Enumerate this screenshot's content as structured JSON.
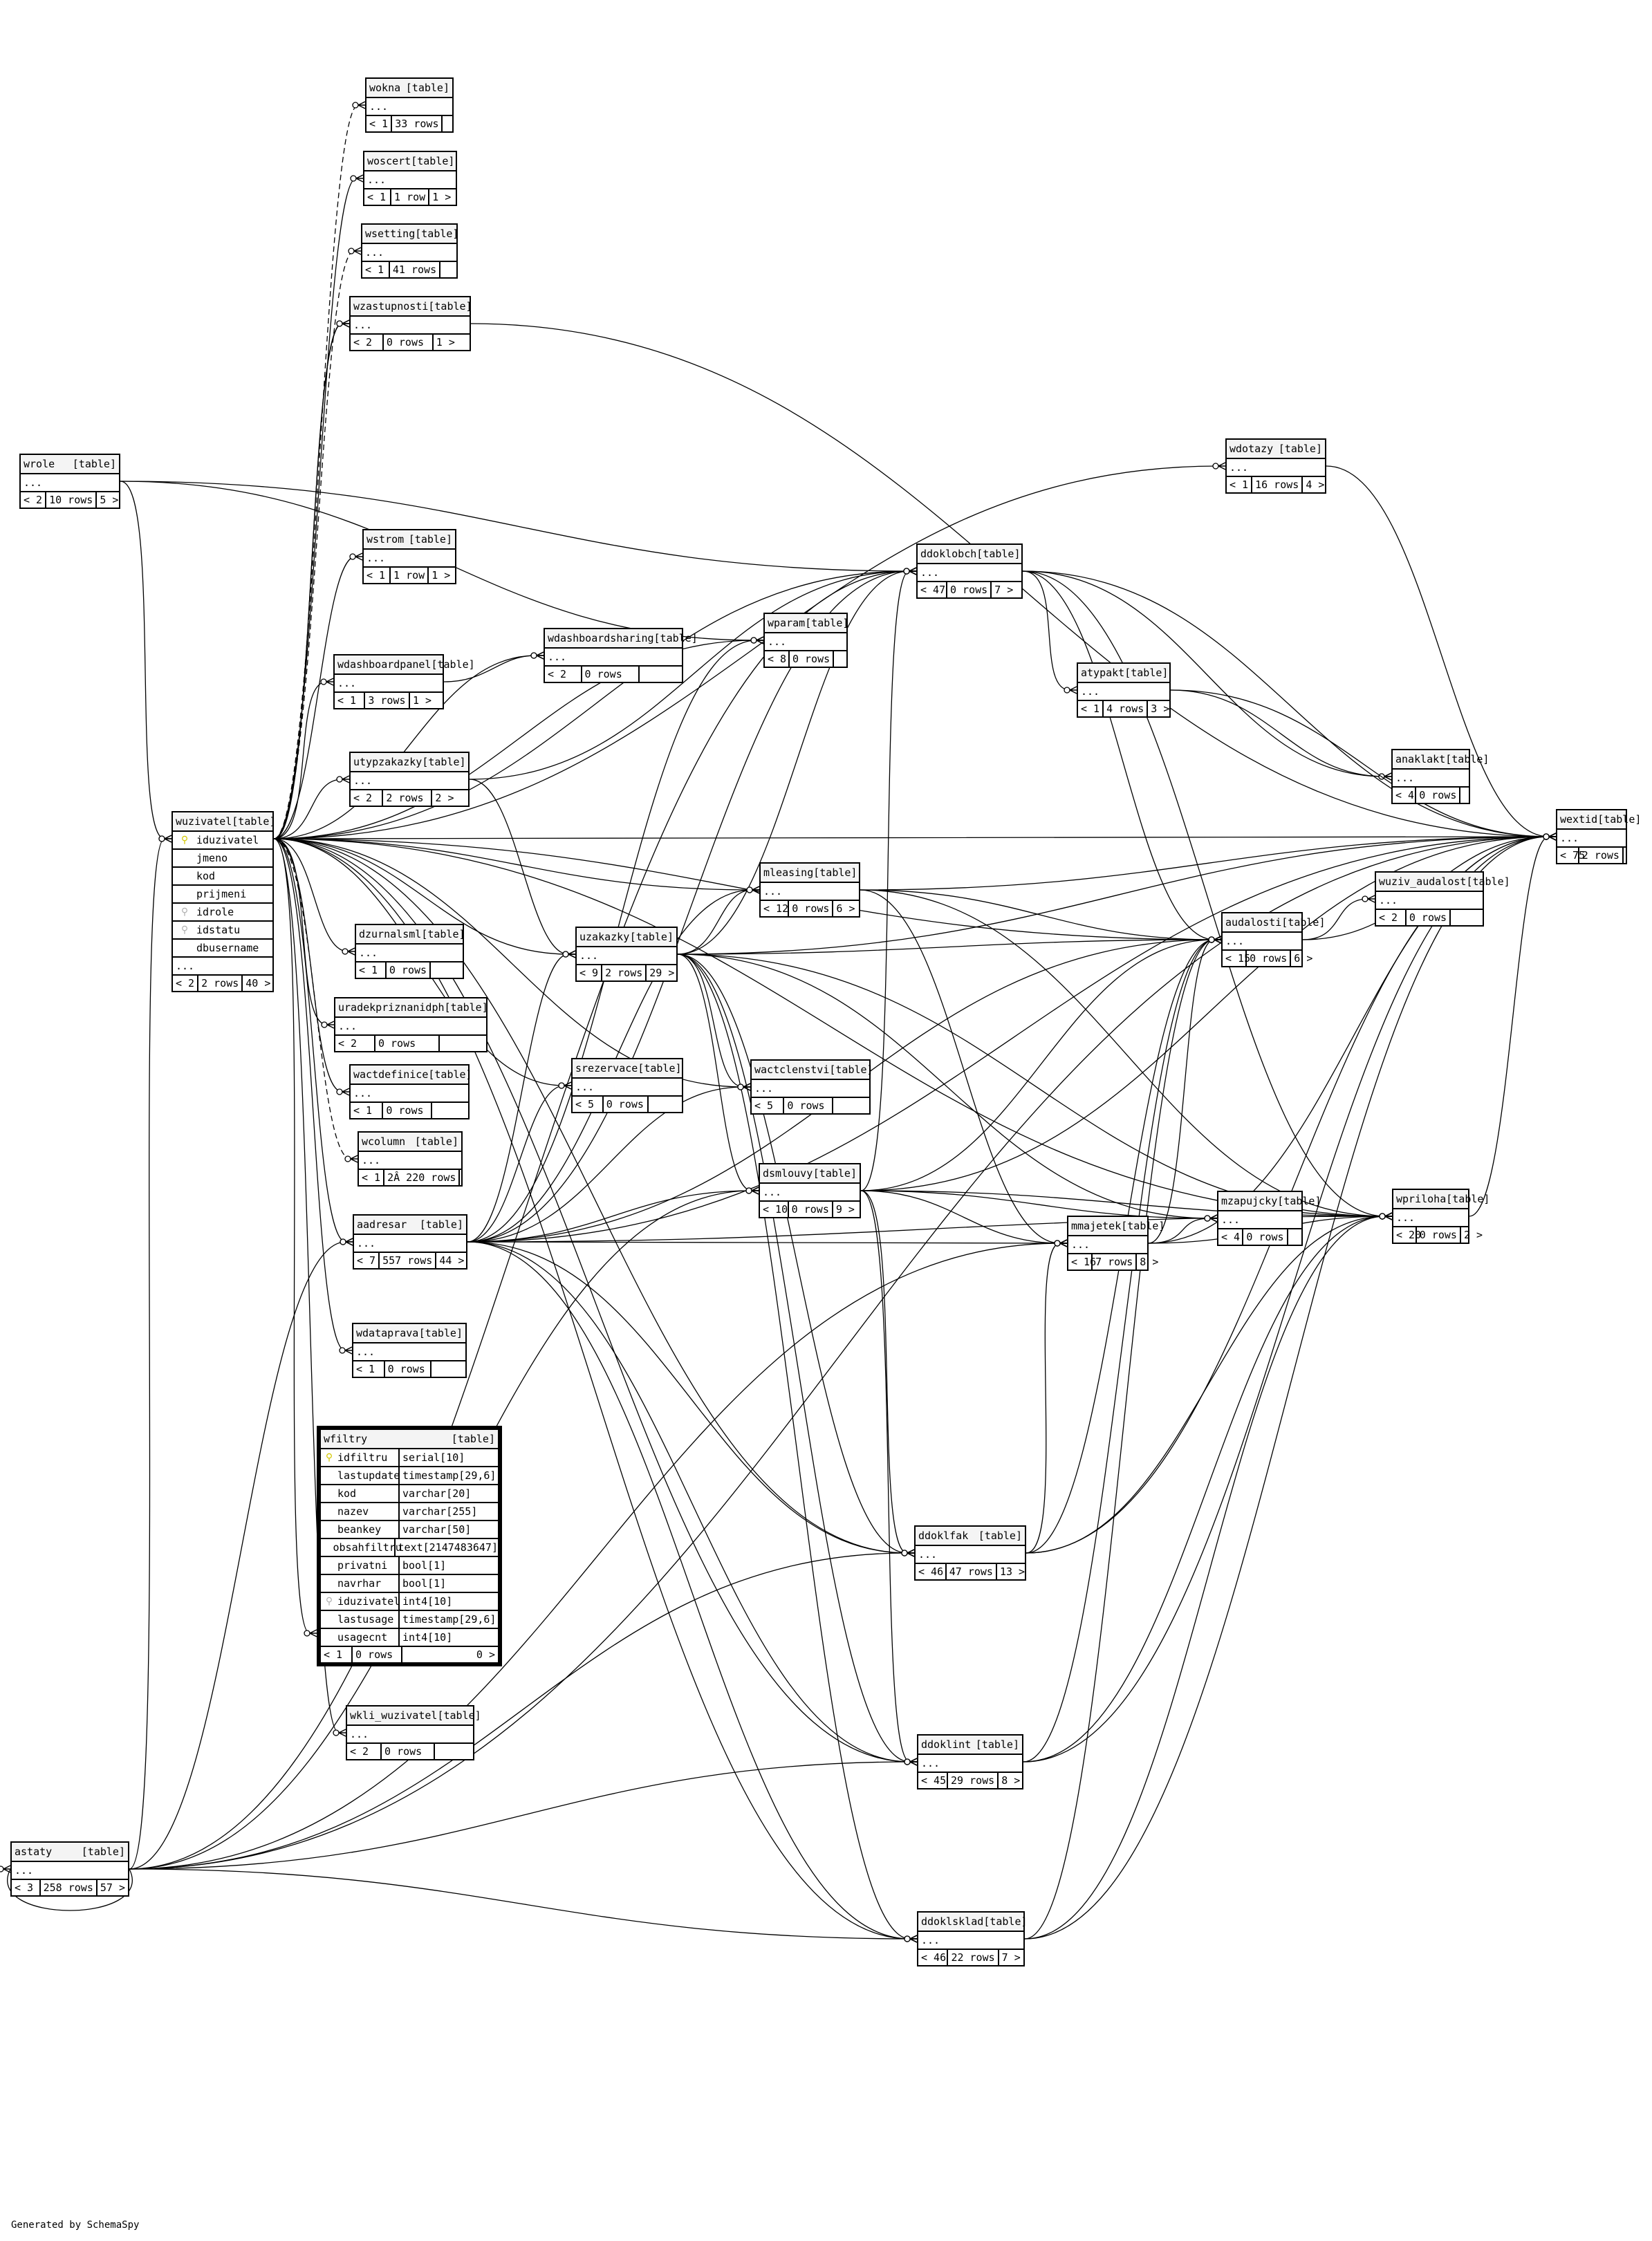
{
  "footer": "Generated by SchemaSpy",
  "type_label": "[table]",
  "ellipsis": "...",
  "tables": [
    {
      "id": "wokna",
      "name": "wokna",
      "parents": "< 1",
      "rows": "33 rows",
      "children": ""
    },
    {
      "id": "woscert",
      "name": "woscert",
      "parents": "< 1",
      "rows": "1 row",
      "children": "1 >"
    },
    {
      "id": "wsetting",
      "name": "wsetting",
      "parents": "< 1",
      "rows": "41 rows",
      "children": ""
    },
    {
      "id": "wzastupnosti",
      "name": "wzastupnosti",
      "parents": "< 2",
      "rows": "0 rows",
      "children": "1 >"
    },
    {
      "id": "wrole",
      "name": "wrole",
      "parents": "< 2",
      "rows": "10 rows",
      "children": "5 >"
    },
    {
      "id": "wdotazy",
      "name": "wdotazy",
      "parents": "< 1",
      "rows": "16 rows",
      "children": "4 >"
    },
    {
      "id": "wstrom",
      "name": "wstrom",
      "parents": "< 1",
      "rows": "1 row",
      "children": "1 >"
    },
    {
      "id": "ddoklobch",
      "name": "ddoklobch",
      "parents": "< 47",
      "rows": "0 rows",
      "children": "7 >"
    },
    {
      "id": "wdashboardsharing",
      "name": "wdashboardsharing",
      "parents": "< 2",
      "rows": "0 rows",
      "children": ""
    },
    {
      "id": "wparam",
      "name": "wparam",
      "parents": "< 8",
      "rows": "0 rows",
      "children": ""
    },
    {
      "id": "wdashboardpanel",
      "name": "wdashboardpanel",
      "parents": "< 1",
      "rows": "3 rows",
      "children": "1 >"
    },
    {
      "id": "atypakt",
      "name": "atypakt",
      "parents": "< 1",
      "rows": "4 rows",
      "children": "3 >"
    },
    {
      "id": "utypzakazky",
      "name": "utypzakazky",
      "parents": "< 2",
      "rows": "2 rows",
      "children": "2 >"
    },
    {
      "id": "anaklakt",
      "name": "anaklakt",
      "parents": "< 4",
      "rows": "0 rows",
      "children": ""
    },
    {
      "id": "wextid",
      "name": "wextid",
      "parents": "< 75",
      "rows": "2 rows",
      "children": ""
    },
    {
      "id": "mleasing",
      "name": "mleasing",
      "parents": "< 12",
      "rows": "0 rows",
      "children": "6 >"
    },
    {
      "id": "wuziv_audalost",
      "name": "wuziv_audalost",
      "parents": "< 2",
      "rows": "0 rows",
      "children": ""
    },
    {
      "id": "audalosti",
      "name": "audalosti",
      "parents": "< 15",
      "rows": "0 rows",
      "children": "6 >"
    },
    {
      "id": "dzurnalsml",
      "name": "dzurnalsml",
      "parents": "< 1",
      "rows": "0 rows",
      "children": ""
    },
    {
      "id": "uzakazky",
      "name": "uzakazky",
      "parents": "< 9",
      "rows": "2 rows",
      "children": "29 >"
    },
    {
      "id": "uradekpriznanidph",
      "name": "uradekpriznanidph",
      "parents": "< 2",
      "rows": "0 rows",
      "children": ""
    },
    {
      "id": "srezervace",
      "name": "srezervace",
      "parents": "< 5",
      "rows": "0 rows",
      "children": ""
    },
    {
      "id": "wactclenstvi",
      "name": "wactclenstvi",
      "parents": "< 5",
      "rows": "0 rows",
      "children": ""
    },
    {
      "id": "wactdefinice",
      "name": "wactdefinice",
      "parents": "< 1",
      "rows": "0 rows",
      "children": ""
    },
    {
      "id": "wcolumn",
      "name": "wcolumn",
      "parents": "< 1",
      "rows": "2Â 220 rows",
      "children": ""
    },
    {
      "id": "dsmlouvy",
      "name": "dsmlouvy",
      "parents": "< 10",
      "rows": "0 rows",
      "children": "9 >"
    },
    {
      "id": "mzapujcky",
      "name": "mzapujcky",
      "parents": "< 4",
      "rows": "0 rows",
      "children": ""
    },
    {
      "id": "wpriloha",
      "name": "wpriloha",
      "parents": "< 20",
      "rows": "0 rows",
      "children": "2 >"
    },
    {
      "id": "aadresar",
      "name": "aadresar",
      "parents": "< 7",
      "rows": "557 rows",
      "children": "44 >"
    },
    {
      "id": "mmajetek",
      "name": "mmajetek",
      "parents": "< 16",
      "rows": "7 rows",
      "children": "8 >"
    },
    {
      "id": "wdataprava",
      "name": "wdataprava",
      "parents": "< 1",
      "rows": "0 rows",
      "children": ""
    },
    {
      "id": "ddoklfak",
      "name": "ddoklfak",
      "parents": "< 46",
      "rows": "47 rows",
      "children": "13 >"
    },
    {
      "id": "wkli_wuzivatel",
      "name": "wkli_wuzivatel",
      "parents": "< 2",
      "rows": "0 rows",
      "children": ""
    },
    {
      "id": "ddoklint",
      "name": "ddoklint",
      "parents": "< 45",
      "rows": "29 rows",
      "children": "8 >"
    },
    {
      "id": "astaty",
      "name": "astaty",
      "parents": "< 3",
      "rows": "258 rows",
      "children": "57 >"
    },
    {
      "id": "ddoklsklad",
      "name": "ddoklsklad",
      "parents": "< 46",
      "rows": "22 rows",
      "children": "7 >"
    }
  ],
  "wuzivatel": {
    "name": "wuzivatel",
    "columns": [
      {
        "name": "iduzivatel",
        "key": "pk"
      },
      {
        "name": "jmeno",
        "key": ""
      },
      {
        "name": "kod",
        "key": ""
      },
      {
        "name": "prijmeni",
        "key": ""
      },
      {
        "name": "idrole",
        "key": "fk"
      },
      {
        "name": "idstatu",
        "key": "fk"
      },
      {
        "name": "dbusername",
        "key": ""
      }
    ],
    "parents": "< 2",
    "rows": "2 rows",
    "children": "40 >"
  },
  "wfiltry": {
    "name": "wfiltry",
    "columns": [
      {
        "name": "idfiltru",
        "type": "serial[10]",
        "key": "pk"
      },
      {
        "name": "lastupdate",
        "type": "timestamp[29,6]",
        "key": ""
      },
      {
        "name": "kod",
        "type": "varchar[20]",
        "key": ""
      },
      {
        "name": "nazev",
        "type": "varchar[255]",
        "key": ""
      },
      {
        "name": "beankey",
        "type": "varchar[50]",
        "key": ""
      },
      {
        "name": "obsahfiltru",
        "type": "text[2147483647]",
        "key": ""
      },
      {
        "name": "privatni",
        "type": "bool[1]",
        "key": ""
      },
      {
        "name": "navrhar",
        "type": "bool[1]",
        "key": ""
      },
      {
        "name": "iduzivatel",
        "type": "int4[10]",
        "key": "fk"
      },
      {
        "name": "lastusage",
        "type": "timestamp[29,6]",
        "key": ""
      },
      {
        "name": "usagecnt",
        "type": "int4[10]",
        "key": ""
      }
    ],
    "parents": "< 1",
    "rows": "0 rows",
    "children": "0 >"
  },
  "relationships": [
    [
      "wuzivatel",
      "wokna",
      true
    ],
    [
      "wuzivatel",
      "woscert",
      false
    ],
    [
      "wuzivatel",
      "wsetting",
      true
    ],
    [
      "wuzivatel",
      "wzastupnosti",
      false
    ],
    [
      "wuzivatel",
      "wzastupnosti",
      false
    ],
    [
      "wuzivatel",
      "wstrom",
      false
    ],
    [
      "wuzivatel",
      "wdashboardpanel",
      false
    ],
    [
      "wuzivatel",
      "wdashboardsharing",
      false
    ],
    [
      "wdashboardpanel",
      "wdashboardsharing",
      false
    ],
    [
      "wuzivatel",
      "utypzakazky",
      false
    ],
    [
      "wuzivatel",
      "dzurnalsml",
      false
    ],
    [
      "wuzivatel",
      "uradekpriznanidph",
      false
    ],
    [
      "wuzivatel",
      "wactdefinice",
      false
    ],
    [
      "wuzivatel",
      "wcolumn",
      true
    ],
    [
      "wuzivatel",
      "aadresar",
      false
    ],
    [
      "wuzivatel",
      "wdataprava",
      false
    ],
    [
      "wuzivatel",
      "wfiltry",
      false
    ],
    [
      "wuzivatel",
      "wkli_wuzivatel",
      false
    ],
    [
      "wuzivatel",
      "wparam",
      false
    ],
    [
      "wuzivatel",
      "wdotazy",
      false
    ],
    [
      "wuzivatel",
      "ddoklobch",
      false
    ],
    [
      "wuzivatel",
      "ddoklfak",
      false
    ],
    [
      "wuzivatel",
      "ddoklint",
      false
    ],
    [
      "wuzivatel",
      "ddoklsklad",
      false
    ],
    [
      "wuzivatel",
      "uzakazky",
      false
    ],
    [
      "wuzivatel",
      "mleasing",
      false
    ],
    [
      "wuzivatel",
      "audalosti",
      false
    ],
    [
      "wuzivatel",
      "wextid",
      false
    ],
    [
      "wuzivatel",
      "wactclenstvi",
      false
    ],
    [
      "wuzivatel",
      "srezervace",
      false
    ],
    [
      "wuzivatel",
      "wpriloha",
      false
    ],
    [
      "wrole",
      "wuzivatel",
      false
    ],
    [
      "astaty",
      "wuzivatel",
      false
    ],
    [
      "wrole",
      "wparam",
      false
    ],
    [
      "wrole",
      "ddoklobch",
      false
    ],
    [
      "astaty",
      "aadresar",
      false
    ],
    [
      "astaty",
      "ddoklfak",
      false
    ],
    [
      "astaty",
      "ddoklint",
      false
    ],
    [
      "astaty",
      "ddoklsklad",
      false
    ],
    [
      "astaty",
      "ddoklobch",
      false
    ],
    [
      "astaty",
      "astaty",
      false
    ],
    [
      "astaty",
      "mmajetek",
      false
    ],
    [
      "astaty",
      "dsmlouvy",
      false
    ],
    [
      "astaty",
      "wextid",
      false
    ],
    [
      "utypzakazky",
      "uzakazky",
      false
    ],
    [
      "utypzakazky",
      "ddoklobch",
      false
    ],
    [
      "aadresar",
      "ddoklfak",
      false
    ],
    [
      "aadresar",
      "ddoklint",
      false
    ],
    [
      "aadresar",
      "ddoklsklad",
      false
    ],
    [
      "aadresar",
      "ddoklobch",
      false
    ],
    [
      "aadresar",
      "uzakazky",
      false
    ],
    [
      "aadresar",
      "dsmlouvy",
      false
    ],
    [
      "aadresar",
      "mmajetek",
      false
    ],
    [
      "aadresar",
      "srezervace",
      false
    ],
    [
      "aadresar",
      "wactclenstvi",
      false
    ],
    [
      "aadresar",
      "audalosti",
      false
    ],
    [
      "aadresar",
      "wpriloha",
      false
    ],
    [
      "aadresar",
      "wextid",
      false
    ],
    [
      "aadresar",
      "mleasing",
      false
    ],
    [
      "aadresar",
      "wparam",
      false
    ],
    [
      "uzakazky",
      "ddoklfak",
      false
    ],
    [
      "uzakazky",
      "ddoklint",
      false
    ],
    [
      "uzakazky",
      "ddoklsklad",
      false
    ],
    [
      "uzakazky",
      "ddoklobch",
      false
    ],
    [
      "uzakazky",
      "mleasing",
      false
    ],
    [
      "uzakazky",
      "dsmlouvy",
      false
    ],
    [
      "uzakazky",
      "audalosti",
      false
    ],
    [
      "uzakazky",
      "wpriloha",
      false
    ],
    [
      "uzakazky",
      "wextid",
      false
    ],
    [
      "uzakazky",
      "wactclenstvi",
      false
    ],
    [
      "uzakazky",
      "mzapujcky",
      false
    ],
    [
      "dsmlouvy",
      "ddoklfak",
      false
    ],
    [
      "dsmlouvy",
      "ddoklint",
      false
    ],
    [
      "dsmlouvy",
      "ddoklobch",
      false
    ],
    [
      "dsmlouvy",
      "audalosti",
      false
    ],
    [
      "dsmlouvy",
      "wpriloha",
      false
    ],
    [
      "dsmlouvy",
      "wextid",
      false
    ],
    [
      "dsmlouvy",
      "mmajetek",
      false
    ],
    [
      "dsmlouvy",
      "mzapujcky",
      false
    ],
    [
      "mleasing",
      "audalosti",
      false
    ],
    [
      "mleasing",
      "wpriloha",
      false
    ],
    [
      "mleasing",
      "wextid",
      false
    ],
    [
      "mleasing",
      "mmajetek",
      false
    ],
    [
      "mmajetek",
      "mzapujcky",
      false
    ],
    [
      "mmajetek",
      "wpriloha",
      false
    ],
    [
      "mmajetek",
      "wextid",
      false
    ],
    [
      "mmajetek",
      "audalosti",
      false
    ],
    [
      "ddoklobch",
      "atypakt",
      false
    ],
    [
      "ddoklobch",
      "audalosti",
      false
    ],
    [
      "ddoklobch",
      "wpriloha",
      false
    ],
    [
      "ddoklobch",
      "wextid",
      false
    ],
    [
      "ddoklobch",
      "anaklakt",
      false
    ],
    [
      "ddoklfak",
      "audalosti",
      false
    ],
    [
      "ddoklfak",
      "wpriloha",
      false
    ],
    [
      "ddoklfak",
      "wextid",
      false
    ],
    [
      "ddoklfak",
      "mmajetek",
      false
    ],
    [
      "ddoklint",
      "audalosti",
      false
    ],
    [
      "ddoklint",
      "wpriloha",
      false
    ],
    [
      "ddoklint",
      "wextid",
      false
    ],
    [
      "ddoklsklad",
      "wpriloha",
      false
    ],
    [
      "ddoklsklad",
      "wextid",
      false
    ],
    [
      "ddoklsklad",
      "audalosti",
      false
    ],
    [
      "atypakt",
      "anaklakt",
      false
    ],
    [
      "atypakt",
      "wextid",
      false
    ],
    [
      "audalosti",
      "wuziv_audalost",
      false
    ],
    [
      "audalosti",
      "wextid",
      false
    ],
    [
      "wpriloha",
      "wextid",
      false
    ],
    [
      "wdotazy",
      "wextid",
      false
    ],
    [
      "wzastupnosti",
      "wextid",
      false
    ]
  ]
}
